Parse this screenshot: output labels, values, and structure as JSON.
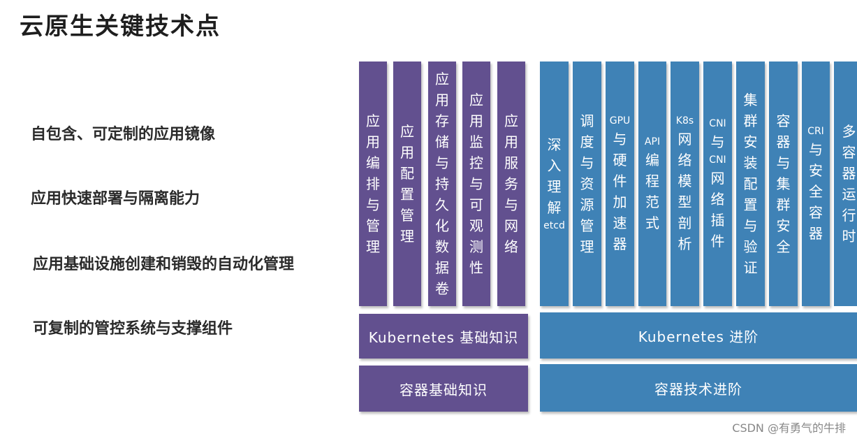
{
  "title": "云原生关键技术点",
  "points": [
    "自包含、可定制的应用镜像",
    "应用快速部署与隔离能力",
    "应用基础设施创建和销毁的自动化管理",
    "可复制的管控系统与支撑组件"
  ],
  "basic_columns": [
    "应用编排与管理",
    "应用配置管理",
    "应用存储与持久化数据卷",
    "应用监控与可观测性",
    "应用服务与网络"
  ],
  "advanced_columns": [
    {
      "main": "深入理解",
      "suffix": "etcd"
    },
    {
      "main": "调度与资源管理"
    },
    {
      "prefix": "GPU",
      "main": "与硬件加速器"
    },
    {
      "prefix": "API",
      "main": "编程范式"
    },
    {
      "prefix": "K8s",
      "main": "网络模型剖析"
    },
    {
      "prefix": "CNI",
      "main": "与",
      "suffix": "CNI",
      "tail": "网络插件"
    },
    {
      "main": "集群安装配置与验证"
    },
    {
      "main": "容器与集群安全"
    },
    {
      "prefix": "CRI",
      "main": "与安全容器"
    },
    {
      "main": "多容器运行时"
    }
  ],
  "bars": {
    "k8s_basic": "Kubernetes 基础知识",
    "k8s_advanced": "Kubernetes 进阶",
    "container_basic": "容器基础知识",
    "container_advanced": "容器技术进阶"
  },
  "watermark": "CSDN @有勇气的牛排",
  "colors": {
    "purple": "#62508f",
    "blue": "#3f82b6"
  }
}
